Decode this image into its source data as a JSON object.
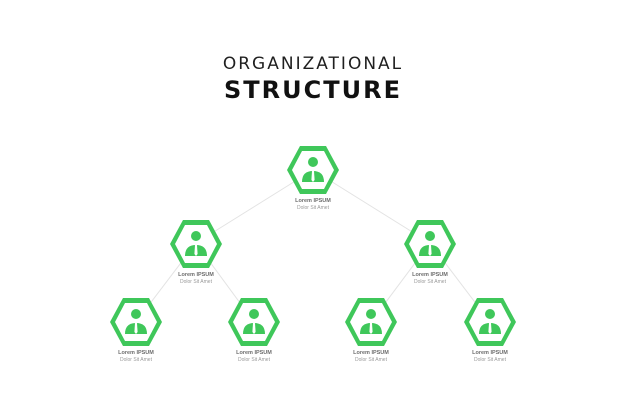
{
  "title": {
    "line1": "ORGANIZATIONAL",
    "line2": "STRUCTURE"
  },
  "colors": {
    "accent": "#3fc75a",
    "accent_dark": "#2fae49",
    "line": "#e3e3e3"
  },
  "nodes": [
    {
      "name": "Lorem IPSUM",
      "role": "Dolor Sit Amet",
      "icon": "person-icon"
    },
    {
      "name": "Lorem IPSUM",
      "role": "Dolor Sit Amet",
      "icon": "person-icon"
    },
    {
      "name": "Lorem IPSUM",
      "role": "Dolor Sit Amet",
      "icon": "person-icon"
    },
    {
      "name": "Lorem IPSUM",
      "role": "Dolor Sit Amet",
      "icon": "person-icon"
    },
    {
      "name": "Lorem IPSUM",
      "role": "Dolor Sit Amet",
      "icon": "person-icon"
    },
    {
      "name": "Lorem IPSUM",
      "role": "Dolor Sit Amet",
      "icon": "person-icon"
    },
    {
      "name": "Lorem IPSUM",
      "role": "Dolor Sit Amet",
      "icon": "person-icon"
    }
  ]
}
